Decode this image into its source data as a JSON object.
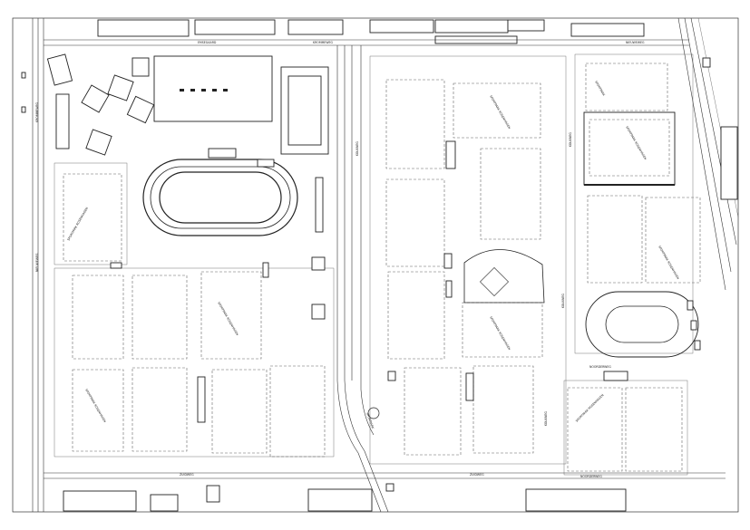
{
  "map": {
    "street_labels": [
      "KROMMEWEG",
      "EMSEGAARD",
      "KROMMEWEG",
      "NIEUWEWEG",
      "NIEUWEWEG",
      "KOLKWEG",
      "KOLKWEG",
      "KOLKWEG",
      "KOLKWEG",
      "SPORTPARK",
      "ZUIDWEG",
      "ZUIDWEG",
      "NOORDERWEG",
      "NOORDERWEG"
    ],
    "field_labels": [
      "SPORTPARK ROSENHAGEN",
      "SPORTPARK ROSENHAGEN",
      "SPORTPARK ROSENHAGEN",
      "SPORTPARK ROSENHAGEN",
      "SPORTPARK ROSENHAGEN",
      "SPORTPARK ROSENHAGEN",
      "SPORTPARK ROSENHAGEN",
      "SPORTPARK",
      "SPORTPARK ROSENHAGEN"
    ]
  }
}
